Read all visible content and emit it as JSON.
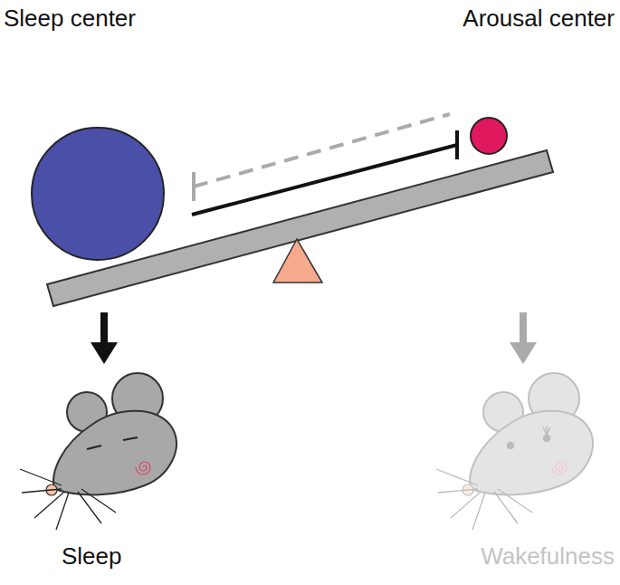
{
  "diagram": {
    "labels": [
      "Sleep center",
      "Arousal center",
      "Sleep",
      "Wakefulness"
    ]
  }
}
